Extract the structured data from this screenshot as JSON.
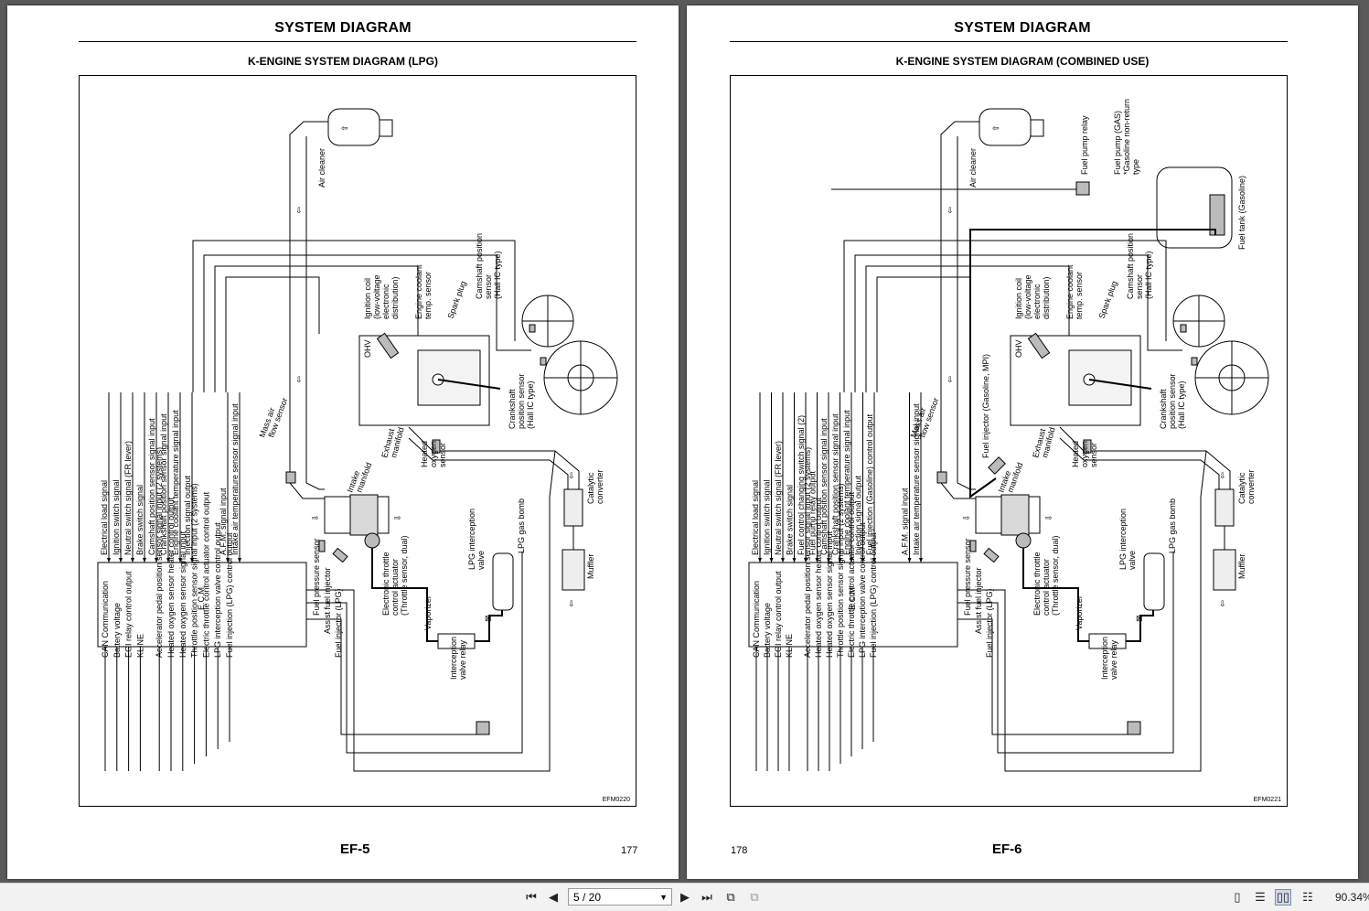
{
  "viewer": {
    "page_indicator": "5 / 20",
    "zoom": "90.34%"
  },
  "left_page": {
    "title": "SYSTEM DIAGRAM",
    "subtitle": "K-ENGINE SYSTEM DIAGRAM (LPG)",
    "figure_id": "EFM0220",
    "section": "EF-5",
    "page_number": "177",
    "labels": {
      "air_cleaner": "Air cleaner",
      "ignition_coil": [
        "Ignition coil",
        "(low-voltage",
        "electronic",
        "distribution)"
      ],
      "engine_coolant": [
        "Engine coolant",
        "temp. sensor"
      ],
      "spark_plug": "Spark plug",
      "camshaft": [
        "Camshaft position",
        "sensor",
        "(Hall IC type)"
      ],
      "ohv": "OHV",
      "crankshaft": [
        "Crankshaft",
        "position sensor",
        "(Hall IC type)"
      ],
      "maf": [
        "Mass air",
        "flow sensor"
      ],
      "intake": [
        "Intake",
        "manifold"
      ],
      "exhaust": [
        "Exhaust",
        "manifold"
      ],
      "heated_o2": [
        "Heated",
        "oxygen",
        "sensor"
      ],
      "catalytic": [
        "Catalytic",
        "converter"
      ],
      "muffler": "Muffler",
      "lpg_bomb": "LPG gas bomb",
      "lpg_valve": [
        "LPG interception",
        "valve"
      ],
      "vaporizer": "Vaporizer",
      "throttle": [
        "Electronic throttle",
        "control actuator",
        "(Throttle sensor, dual)"
      ],
      "interception_relay": [
        "Interception",
        "valve relay"
      ],
      "fuel_pressure": "Fuel pressure sensor",
      "assist_injector": "Assist fuel injector",
      "fuel_injector": "Fuel injector (LPG)",
      "ecm": "E.C.M"
    },
    "upper_signals": [
      "Electrical load signal",
      "Ignition switch signal",
      "Neutral switch signal (FR lever)",
      "Brake switch signal",
      "Camshaft position sensor signal input",
      "Crankshaft position sensor signal input",
      "Engine coolant temperature signal input",
      "Injection signal output",
      "A.F.M. signal input",
      "Intake air temperature sensor signal input"
    ],
    "lower_signals": [
      "CAN Communication",
      "Battery voltage",
      "EGI relay control output",
      "KLINE",
      "Accelerator pedal position sensor signal input (2 systems)",
      "Heated oxygen sensor heater control output",
      "Heated oxygen sensor signal input",
      "Throttle position sensor signal input (2 systems)",
      "Electric throttle control actuator control output",
      "LPG interception valve control output",
      "Fuel injection (LPG) control output"
    ]
  },
  "right_page": {
    "title": "SYSTEM DIAGRAM",
    "subtitle": "K-ENGINE SYSTEM DIAGRAM (COMBINED USE)",
    "figure_id": "EFM0221",
    "section": "EF-6",
    "page_number": "178",
    "labels": {
      "air_cleaner": "Air cleaner",
      "fuel_pump_relay": "Fuel pump relay",
      "fuel_pump": [
        "Fuel pump (GAS)",
        "*Gasoline non-return",
        "type"
      ],
      "fuel_tank": "Fuel tank (Gasoline)",
      "ignition_coil": [
        "Ignition coil",
        "(low-voltage",
        "electronic",
        "distribution)"
      ],
      "engine_coolant": [
        "Engine coolant",
        "temp. sensor"
      ],
      "spark_plug": "Spark plug",
      "camshaft": [
        "Camshaft position",
        "sensor",
        "(Hall IC type)"
      ],
      "ohv": "OHV",
      "crankshaft": [
        "Crankshaft",
        "position sensor",
        "(Hall IC type)"
      ],
      "fuel_injector_gas": "Fuel injector (Gasoline, MPI)",
      "maf": [
        "Mass air",
        "flow sensor"
      ],
      "intake": [
        "Intake",
        "manifold"
      ],
      "exhaust": [
        "Exhaust",
        "manifold"
      ],
      "heated_o2": [
        "Heated",
        "oxygen",
        "sensor"
      ],
      "catalytic": [
        "Catalytic",
        "converter"
      ],
      "muffler": "Muffler",
      "lpg_bomb": "LPG gas bomb",
      "lpg_valve": [
        "LPG interception",
        "valve"
      ],
      "vaporizer": "Vaporizer",
      "throttle": [
        "Electronic throttle",
        "control actuator",
        "(Throttle sensor, dual)"
      ],
      "interception_relay": [
        "Interception",
        "valve relay"
      ],
      "fuel_pressure": "Fuel pressure sensor",
      "assist_injector": "Assist fuel injector",
      "fuel_injector": "Fuel injector (LPG)",
      "ecm": "E.C.M"
    },
    "upper_signals": [
      "Electrical load signal",
      "Ignition switch signal",
      "Neutral switch signal (FR lever)",
      "Brake switch signal",
      "Fuel control changing switch signal (2)",
      "Fuel pump relay output",
      "Camshaft position sensor signal input",
      "Crankshaft position sensor signal input",
      "Engine coolant temperature signal input",
      "Injection signal output",
      "Fuel injection (Gasoline) control output",
      "A.F.M. signal input",
      "Intake air temperature sensor signal input"
    ],
    "lower_signals": [
      "CAN Communication",
      "Battery voltage",
      "EGI relay control output",
      "KLINE",
      "Accelerator pedal position sensor signal input (2 systems)",
      "Heated oxygen sensor heater control output",
      "Heated oxygen sensor signal input",
      "Throttle position sensor signal input (2 systems)",
      "Electric throttle control actuator control output",
      "LPG interception valve control output",
      "Fuel injection (LPG) control output"
    ]
  }
}
